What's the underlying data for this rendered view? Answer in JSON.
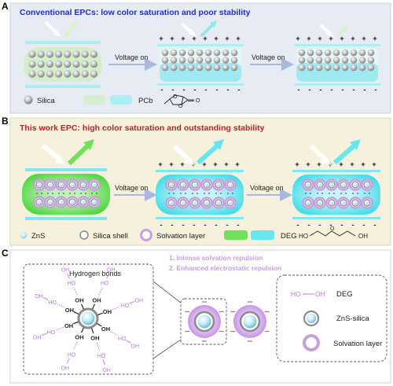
{
  "panels": {
    "a": {
      "letter": "A",
      "title": "Conventional EPCs: low color saturation and poor stability",
      "arrow_labels": [
        "Voltage on",
        "Voltage on"
      ],
      "legend": {
        "silica": "Silica",
        "pcb": "PCb"
      }
    },
    "b": {
      "letter": "B",
      "title": "This work EPC: high color saturation and outstanding stability",
      "arrow_labels": [
        "Voltage on",
        "Voltage on"
      ],
      "legend": {
        "zns": "ZnS",
        "silica_shell": "Silica shell",
        "solvation": "Solvation layer",
        "deg": "DEG",
        "oh_left": "HO",
        "oh_right": "OH"
      }
    },
    "c": {
      "letter": "C",
      "hbond_title": "Hydrogen bonds",
      "ho": "HO",
      "oh": "OH",
      "point1": "1.  Intense solvation repulsion",
      "point2": "2.  Enhanced electrostatic repulsion",
      "legend": {
        "deg_ho": "HO",
        "deg_oh": "OH",
        "deg": "DEG",
        "zns_silica": "ZnS-silica",
        "solvation": "Solvation layer"
      }
    }
  },
  "symbols": {
    "plus": "+",
    "minus": "-"
  },
  "colors": {
    "title_a": "#1f31c4",
    "title_b": "#c0202a",
    "panel_a_bg": "#e7ebf3",
    "panel_b_bg": "#f6f1dc",
    "pcb_green": "#d6efcf",
    "pcb_cyan": "#aeeef2",
    "deg_green": "#6fe25a",
    "deg_cyan": "#66e6ef",
    "solvation": "#c89ee3",
    "label_purple": "#b77ad6"
  }
}
